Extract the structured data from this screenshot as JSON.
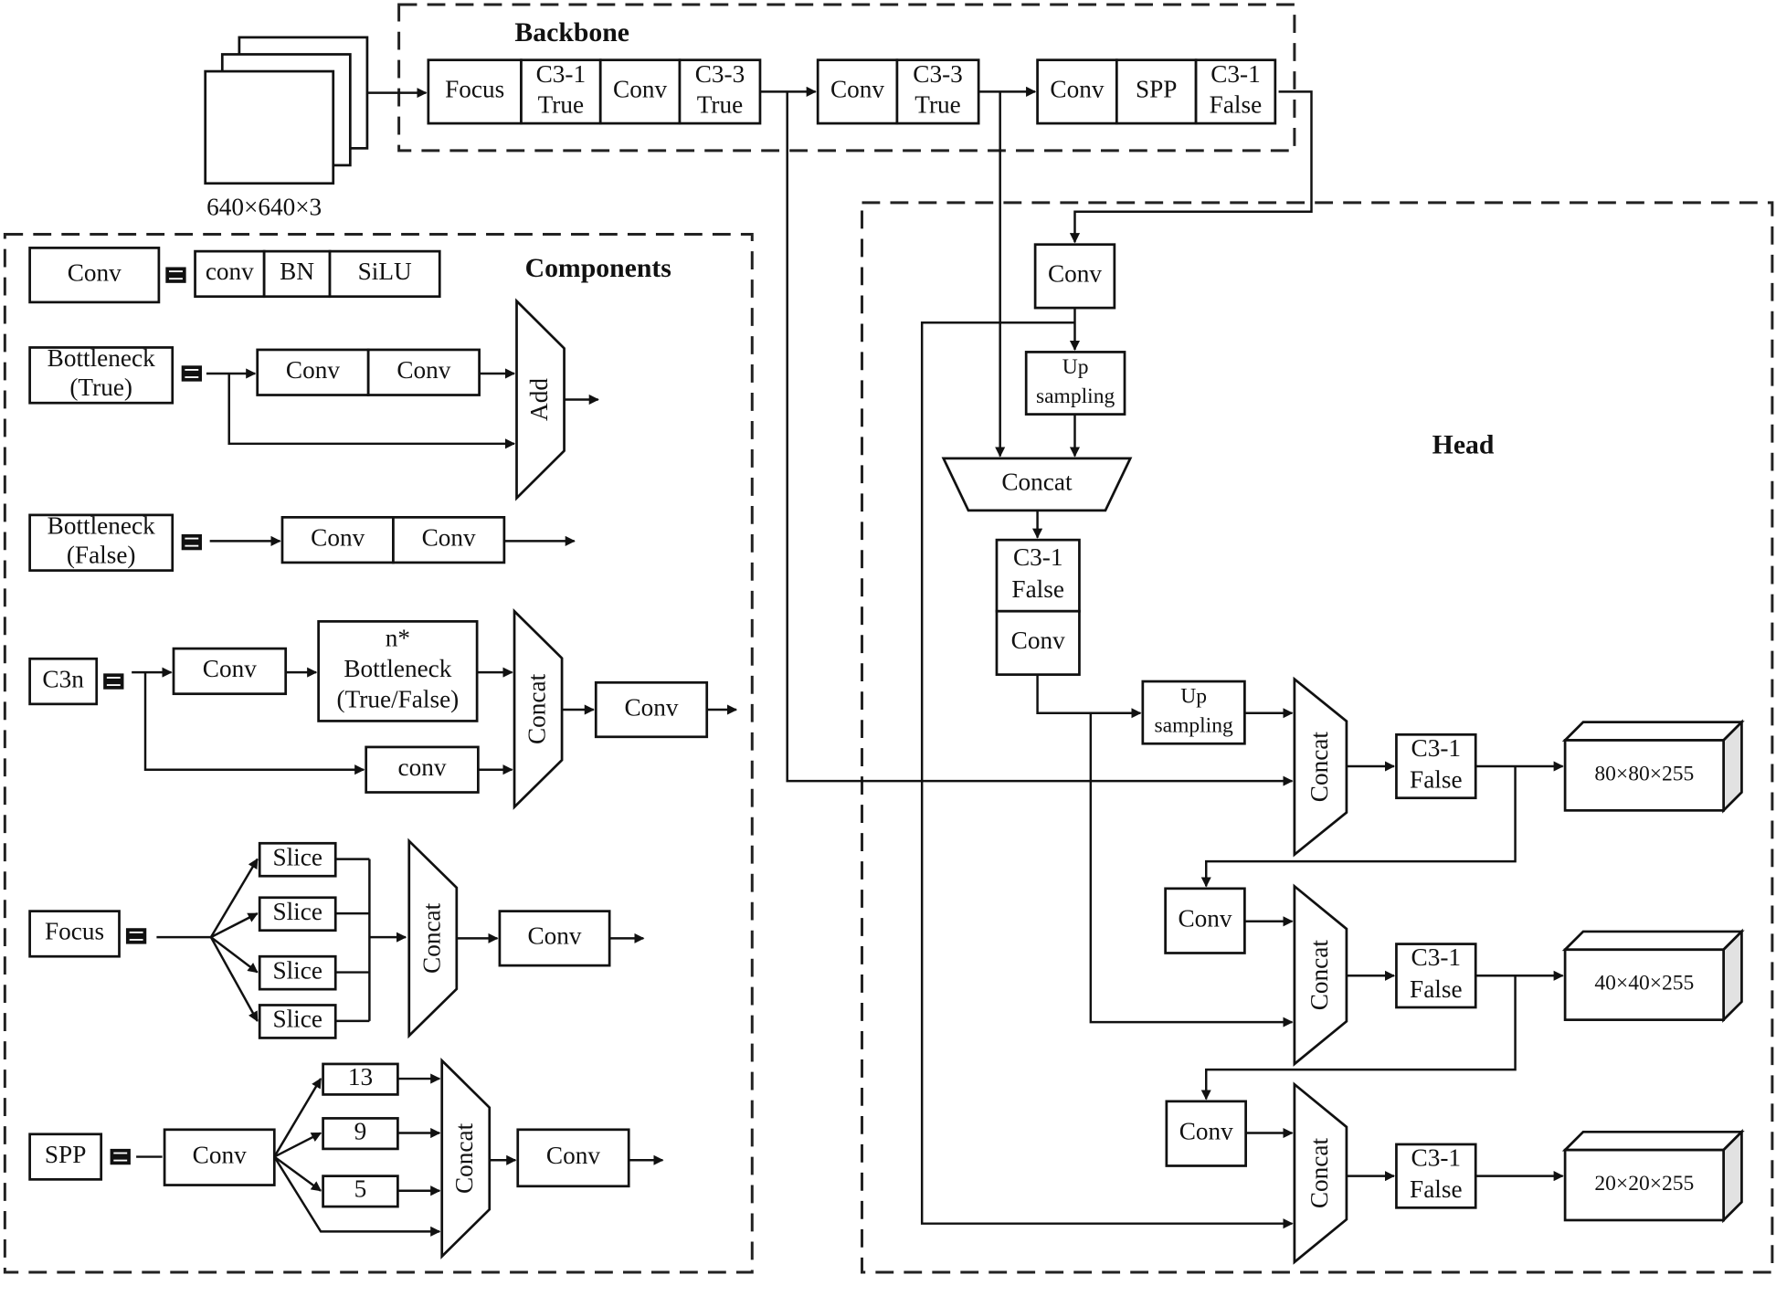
{
  "input": {
    "label": "640×640×3"
  },
  "backbone": {
    "title": "Backbone",
    "stage1": [
      "Focus",
      "C3-1\nTrue",
      "Conv",
      "C3-3\nTrue"
    ],
    "stage2": [
      "Conv",
      "C3-3\nTrue"
    ],
    "stage3": [
      "Conv",
      "SPP",
      "C3-1\nFalse"
    ]
  },
  "components": {
    "title": "Components",
    "conv": {
      "name": "Conv",
      "parts": [
        "conv",
        "BN",
        "SiLU"
      ]
    },
    "bottleneck_true": {
      "name": "Bottleneck\n(True)",
      "convs": [
        "Conv",
        "Conv"
      ],
      "merge": "Add"
    },
    "bottleneck_false": {
      "name": "Bottleneck\n(False)",
      "convs": [
        "Conv",
        "Conv"
      ]
    },
    "c3n": {
      "name": "C3n",
      "conv1": "Conv",
      "bottleneck": "n*\nBottleneck\n(True/False)",
      "conv_branch": "conv",
      "merge": "Concat",
      "conv_out": "Conv"
    },
    "focus": {
      "name": "Focus",
      "slices": [
        "Slice",
        "Slice",
        "Slice",
        "Slice"
      ],
      "merge": "Concat",
      "conv_out": "Conv"
    },
    "spp": {
      "name": "SPP",
      "conv_in": "Conv",
      "pools": [
        "13",
        "9",
        "5"
      ],
      "merge": "Concat",
      "conv_out": "Conv"
    }
  },
  "head": {
    "title": "Head",
    "conv1": "Conv",
    "upsample1": "Up\nsampling",
    "concat1": "Concat",
    "c3_1": "C3-1\nFalse",
    "conv2": "Conv",
    "upsample2": "Up\nsampling",
    "concat2": "Concat",
    "c3_2": "C3-1\nFalse",
    "out1": "80×80×255",
    "conv3": "Conv",
    "concat3": "Concat",
    "c3_3": "C3-1\nFalse",
    "out2": "40×40×255",
    "conv4": "Conv",
    "concat4": "Concat",
    "c3_4": "C3-1\nFalse",
    "out3": "20×20×255"
  }
}
